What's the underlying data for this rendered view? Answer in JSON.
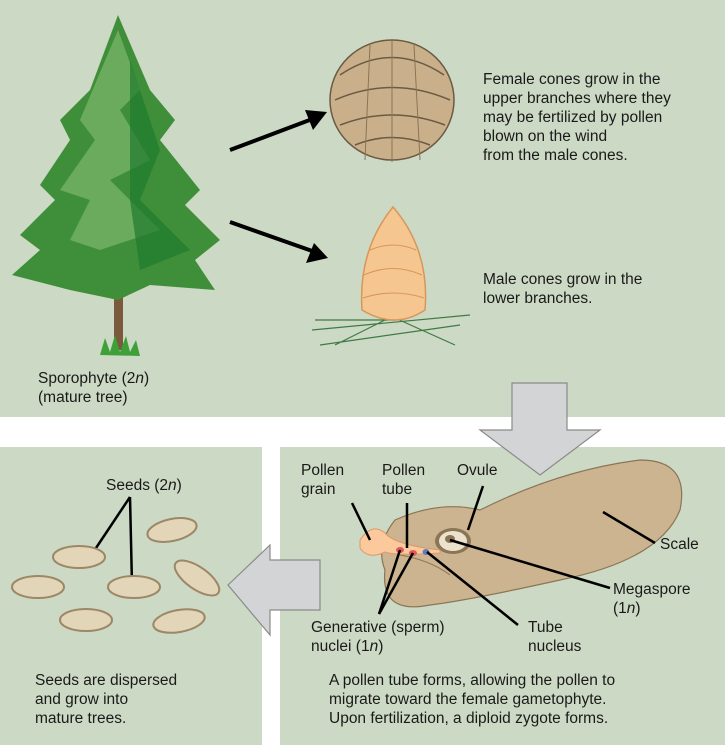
{
  "top": {
    "female_caption": [
      "Female cones grow in the",
      "upper branches where they",
      "may be fertilized by pollen",
      "blown on the wind",
      "from the male cones."
    ],
    "male_caption": [
      "Male cones grow in the",
      "lower branches."
    ],
    "sporophyte_label": {
      "prefix": "Sporophyte (2",
      "italic": "n",
      "suffix": ")"
    },
    "sporophyte_sub": "(mature tree)"
  },
  "fertilization": {
    "pollen_grain": [
      "Pollen",
      "grain"
    ],
    "pollen_tube": [
      "Pollen",
      "tube"
    ],
    "ovule": "Ovule",
    "scale": "Scale",
    "megaspore": {
      "line1": "Megaspore",
      "prefix": "(1",
      "italic": "n",
      "suffix": ")"
    },
    "tube_nucleus": [
      "Tube",
      "nucleus"
    ],
    "generative": {
      "line1": "Generative (sperm)",
      "prefix": "nuclei (1",
      "italic": "n",
      "suffix": ")"
    },
    "caption": [
      "A pollen tube forms, allowing the pollen to",
      "migrate toward the female gametophyte.",
      "Upon fertilization, a diploid zygote forms."
    ]
  },
  "seeds": {
    "label": {
      "prefix": "Seeds (2",
      "italic": "n",
      "suffix": ")"
    },
    "caption": [
      "Seeds are dispersed",
      "and grow into",
      "mature trees."
    ]
  },
  "colors": {
    "panel": "#ccd9c4",
    "arrow": "#d3d4d6",
    "scale": "#cbb48f",
    "seed": "#e3d5b8"
  }
}
